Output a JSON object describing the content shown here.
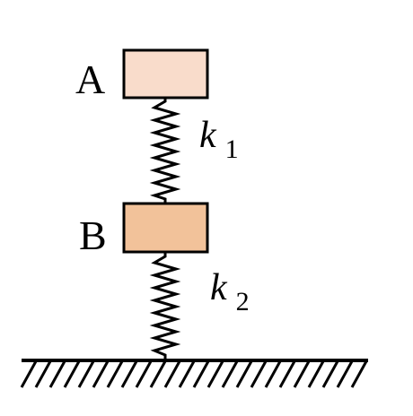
{
  "blocks": {
    "a": {
      "label": "A",
      "fill": "#f9dccb"
    },
    "b": {
      "label": "B",
      "fill": "#f2c29a"
    }
  },
  "springs": {
    "k1": {
      "symbol": "k",
      "subscript": "1"
    },
    "k2": {
      "symbol": "k",
      "subscript": "2"
    }
  },
  "colors": {
    "stroke": "#000000"
  }
}
